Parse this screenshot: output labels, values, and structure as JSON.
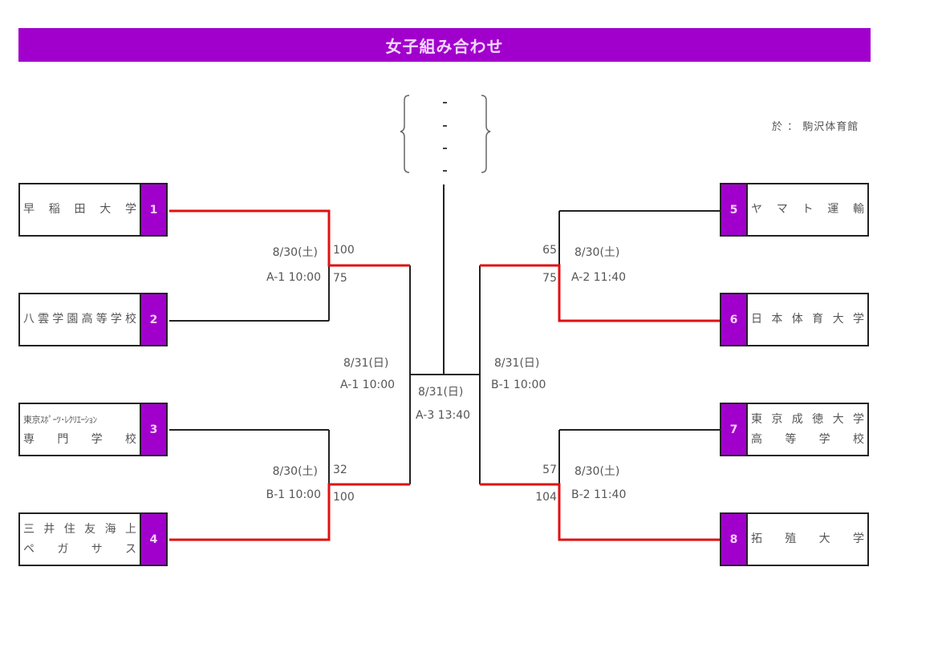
{
  "title": "女子組み合わせ",
  "venue": "於 ： 駒沢体育館",
  "colors": {
    "accent": "#a100cc",
    "winner_line": "#e01010",
    "line": "#222222"
  },
  "final_slot": {
    "placeholder_dashes": [
      "-",
      "-",
      "-",
      "-"
    ]
  },
  "teams": [
    {
      "seed": "1",
      "side": "left",
      "lines": [
        [
          "早",
          "稲",
          "田",
          "大",
          "学"
        ]
      ]
    },
    {
      "seed": "2",
      "side": "left",
      "lines": [
        [
          "八",
          "雲",
          "学",
          "園",
          "高",
          "等",
          "学",
          "校"
        ]
      ]
    },
    {
      "seed": "3",
      "side": "left",
      "lines": [
        [
          "東京ｽﾎﾟｰﾂ･ﾚｸﾘｴｰｼｮﾝ"
        ],
        [
          "専",
          "門",
          "学",
          "校"
        ]
      ]
    },
    {
      "seed": "4",
      "side": "left",
      "lines": [
        [
          "三",
          "井",
          "住",
          "友",
          "海",
          "上"
        ],
        [
          "ペ",
          "ガ",
          "サ",
          "ス"
        ]
      ]
    },
    {
      "seed": "5",
      "side": "right",
      "lines": [
        [
          "ヤ",
          "マ",
          "ト",
          "運",
          "輸"
        ]
      ]
    },
    {
      "seed": "6",
      "side": "right",
      "lines": [
        [
          "日",
          "本",
          "体",
          "育",
          "大",
          "学"
        ]
      ]
    },
    {
      "seed": "7",
      "side": "right",
      "lines": [
        [
          "東",
          "京",
          "成",
          "徳",
          "大",
          "学"
        ],
        [
          "高",
          "等",
          "学",
          "校"
        ]
      ]
    },
    {
      "seed": "8",
      "side": "right",
      "lines": [
        [
          "拓",
          "殖",
          "大",
          "学"
        ]
      ]
    }
  ],
  "matches": {
    "left_top": {
      "date": "8/30(土)",
      "code_time": "A-1 10:00",
      "score_top": "100",
      "score_bottom": "75"
    },
    "left_bottom": {
      "date": "8/30(土)",
      "code_time": "B-1 10:00",
      "score_top": "32",
      "score_bottom": "100"
    },
    "right_top": {
      "date": "8/30(土)",
      "code_time": "A-2 11:40",
      "score_top": "65",
      "score_bottom": "75"
    },
    "right_bottom": {
      "date": "8/30(土)",
      "code_time": "B-2 11:40",
      "score_top": "57",
      "score_bottom": "104"
    },
    "left_semi": {
      "date": "8/31(日)",
      "code_time": "A-1 10:00"
    },
    "right_semi": {
      "date": "8/31(日)",
      "code_time": "B-1 10:00"
    },
    "final": {
      "date": "8/31(日)",
      "code_time": "A-3 13:40"
    }
  }
}
